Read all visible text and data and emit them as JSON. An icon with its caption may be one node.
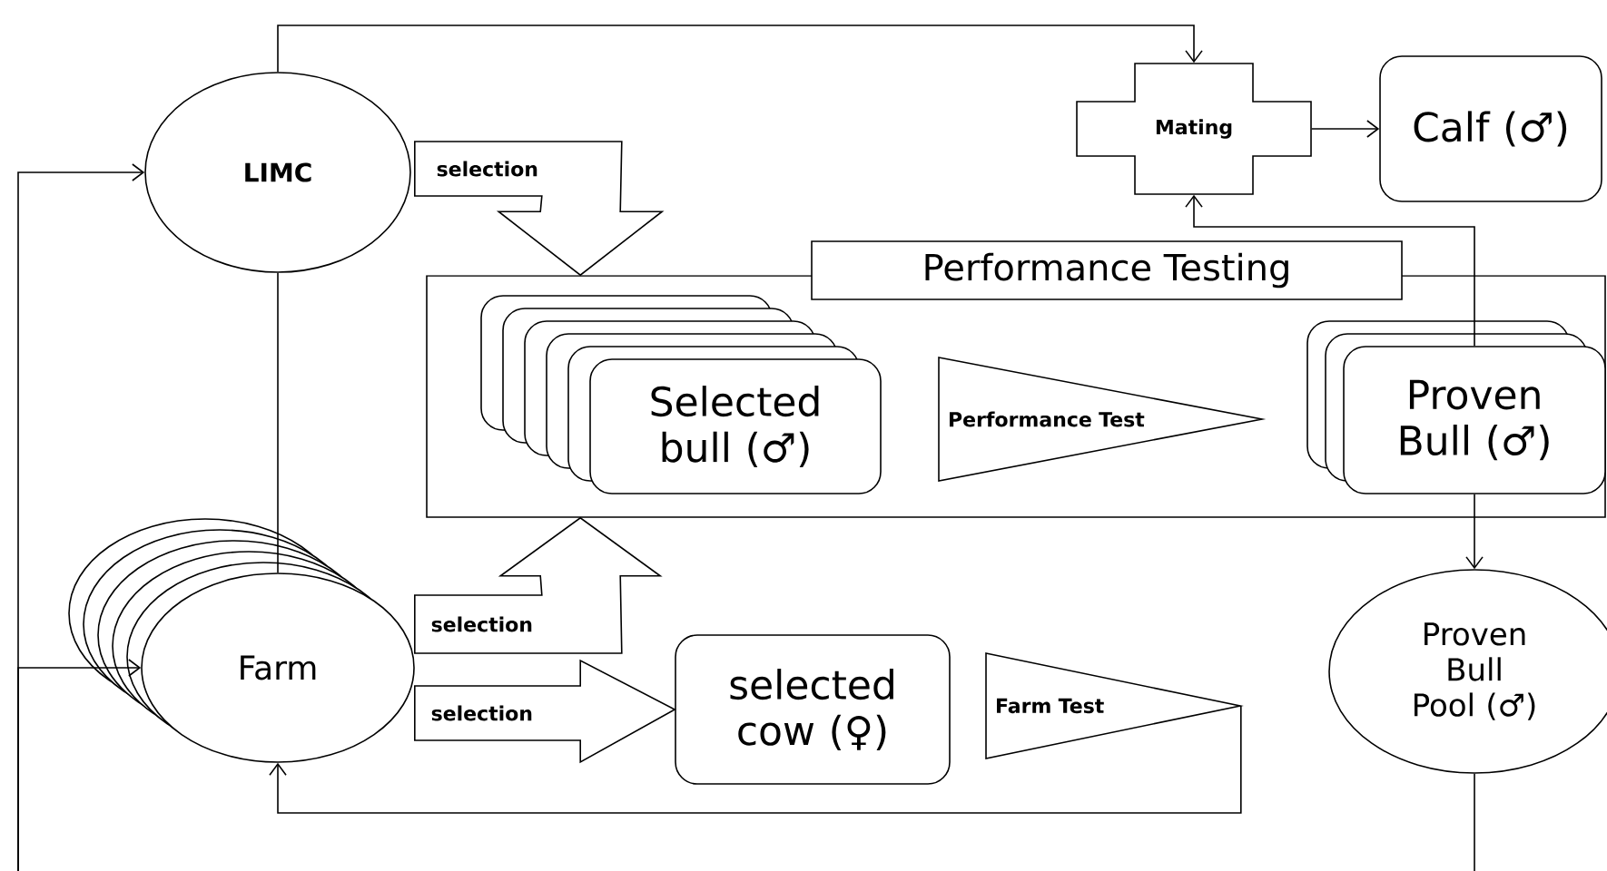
{
  "diagram": {
    "nodes": [
      {
        "text": [
          "LIMC"
        ]
      },
      {
        "text": [
          "Mating"
        ]
      },
      {
        "text": [
          "Calf (♂)"
        ]
      },
      {
        "text": [
          "Performance Testing"
        ]
      },
      {
        "text": [
          "Selected bull (♂)"
        ],
        "in": 3
      },
      {
        "text": [
          "Performance Test"
        ],
        "in": 3
      },
      {
        "text": [
          "Proven Bull (♂)"
        ],
        "in": 3
      },
      {
        "text": [
          "Farm"
        ]
      },
      {
        "text": [
          "selected cow (♀)"
        ]
      },
      {
        "text": [
          "Farm Test"
        ]
      },
      {
        "text": [
          "Proven Bull Pool (♂)"
        ]
      }
    ],
    "edges": [
      {
        "from": 0,
        "to": 1,
        "arrow": "to"
      },
      {
        "from": 1,
        "to": 2,
        "arrow": "to"
      },
      {
        "from": 6,
        "to": 1,
        "arrow": "to"
      },
      {
        "from": 6,
        "to": 10,
        "arrow": "to"
      },
      {
        "from": 0,
        "to": 7,
        "arrow": "none"
      },
      {
        "from": 9,
        "to": 7,
        "arrow": "to"
      },
      {
        "from": null,
        "to": 0,
        "arrow": "to"
      },
      {
        "from": null,
        "to": 7,
        "arrow": "to"
      },
      {
        "from": 10,
        "to": null,
        "arrow": "none"
      },
      {
        "from": 0,
        "to": 3,
        "arrow": "to",
        "label": "selection"
      },
      {
        "from": 7,
        "to": 3,
        "arrow": "to",
        "label": "selection"
      },
      {
        "from": 7,
        "to": 8,
        "arrow": "to",
        "label": "selection"
      }
    ]
  }
}
